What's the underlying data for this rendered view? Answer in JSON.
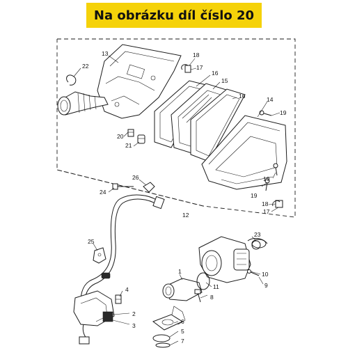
{
  "header": {
    "title": "Na obrázku díl číslo 20"
  },
  "callouts": [
    {
      "id": "c13",
      "text": "13"
    },
    {
      "id": "c22",
      "text": "22"
    },
    {
      "id": "c18a",
      "text": "18"
    },
    {
      "id": "c17a",
      "text": "17"
    },
    {
      "id": "c16a",
      "text": "16"
    },
    {
      "id": "c15",
      "text": "15"
    },
    {
      "id": "c16b",
      "text": "16"
    },
    {
      "id": "c14",
      "text": "14"
    },
    {
      "id": "c19a",
      "text": "19"
    },
    {
      "id": "c20",
      "text": "20"
    },
    {
      "id": "c21",
      "text": "21"
    },
    {
      "id": "c19b",
      "text": "19"
    },
    {
      "id": "c19c",
      "text": "19"
    },
    {
      "id": "c24",
      "text": "24"
    },
    {
      "id": "c26",
      "text": "26"
    },
    {
      "id": "c18b",
      "text": "18"
    },
    {
      "id": "c17b",
      "text": "17"
    },
    {
      "id": "c12",
      "text": "12"
    },
    {
      "id": "c25",
      "text": "25"
    },
    {
      "id": "c23",
      "text": "23"
    },
    {
      "id": "c1",
      "text": "1"
    },
    {
      "id": "c10",
      "text": "10"
    },
    {
      "id": "c9",
      "text": "9"
    },
    {
      "id": "c4",
      "text": "4"
    },
    {
      "id": "c11",
      "text": "11"
    },
    {
      "id": "c8",
      "text": "8"
    },
    {
      "id": "c2",
      "text": "2"
    },
    {
      "id": "c3",
      "text": "3"
    },
    {
      "id": "c6",
      "text": "6"
    },
    {
      "id": "c5",
      "text": "5"
    },
    {
      "id": "c7",
      "text": "7"
    }
  ]
}
